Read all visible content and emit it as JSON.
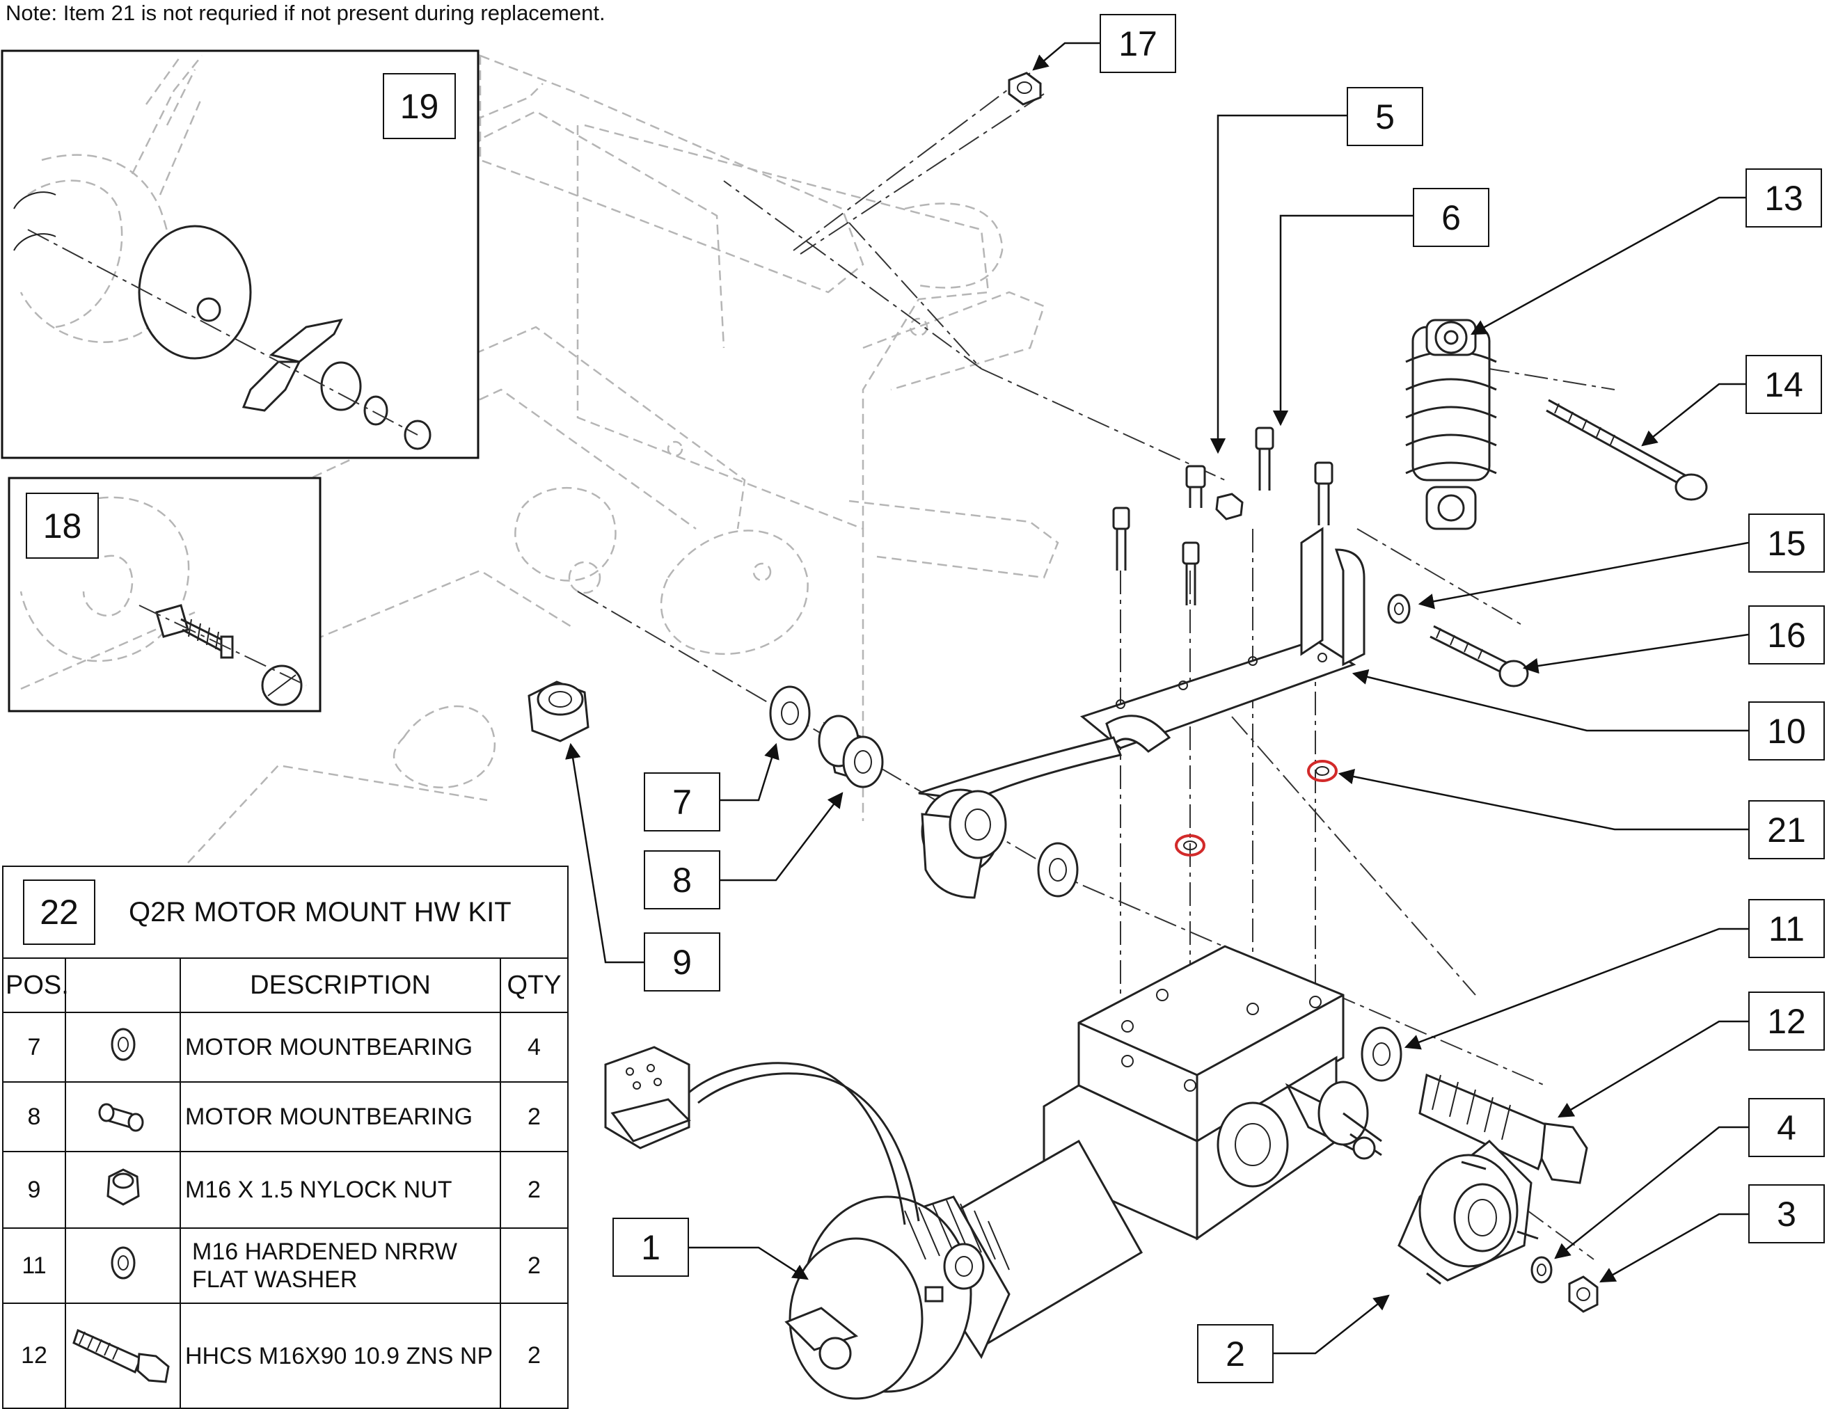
{
  "note": "Note: Item 21 is not requried if not present during replacement.",
  "callouts": [
    "1",
    "2",
    "3",
    "4",
    "5",
    "6",
    "7",
    "8",
    "9",
    "10",
    "11",
    "12",
    "13",
    "14",
    "15",
    "16",
    "17",
    "21"
  ],
  "insets": {
    "top_left": "19",
    "left": "18"
  },
  "kit": {
    "number": "22",
    "name": "Q2R MOTOR MOUNT HW KIT",
    "headers": {
      "pos": "POS.",
      "description": "DESCRIPTION",
      "qty": "QTY"
    },
    "rows": [
      {
        "pos": "7",
        "icon": "washer-icon",
        "description": "MOTOR MOUNTBEARING",
        "qty": "4"
      },
      {
        "pos": "8",
        "icon": "sleeve-bearing-icon",
        "description": "MOTOR MOUNTBEARING",
        "qty": "2"
      },
      {
        "pos": "9",
        "icon": "hex-nut-icon",
        "description": "M16 X 1.5 NYLOCK NUT",
        "qty": "2"
      },
      {
        "pos": "11",
        "icon": "washer-icon",
        "description_line1": "M16 HARDENED NRRW",
        "description_line2": "FLAT WASHER",
        "qty": "2"
      },
      {
        "pos": "12",
        "icon": "hex-bolt-icon",
        "description": "HHCS M16X90 10.9 ZNS NP",
        "qty": "2"
      }
    ]
  },
  "highlight_color": "#d22a2a"
}
